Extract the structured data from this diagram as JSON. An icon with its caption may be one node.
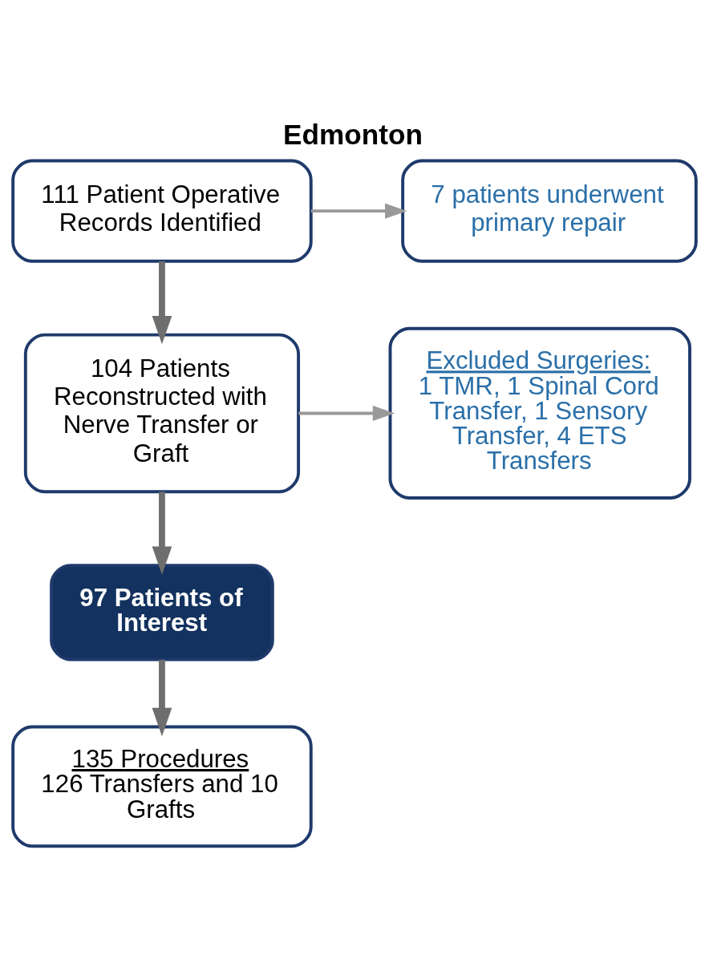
{
  "diagram": {
    "title": "Edmonton",
    "nodes": [
      {
        "text": [
          "111 Patient Operative Records Identified"
        ]
      },
      {
        "text": [
          "7 patients underwent primary repair"
        ]
      },
      {
        "text": [
          "104 Patients Reconstructed with Nerve Transfer or Graft"
        ]
      },
      {
        "text": [
          "Excluded Surgeries:",
          "1 TMR, 1 Spinal Cord Transfer, 1 Sensory Transfer, 4 ETS Transfers"
        ]
      },
      {
        "text": [
          "97 Patients of Interest"
        ]
      },
      {
        "text": [
          "135 Procedures",
          "126 Transfers and 10 Grafts"
        ]
      }
    ],
    "edges": [
      {
        "from": 0,
        "to": 2,
        "arrow": "to"
      },
      {
        "from": 0,
        "to": 1,
        "arrow": "to",
        "color": "#999999"
      },
      {
        "from": 2,
        "to": 4,
        "arrow": "to"
      },
      {
        "from": 2,
        "to": 3,
        "arrow": "to",
        "color": "#999999"
      },
      {
        "from": 4,
        "to": 5,
        "arrow": "to"
      }
    ]
  }
}
